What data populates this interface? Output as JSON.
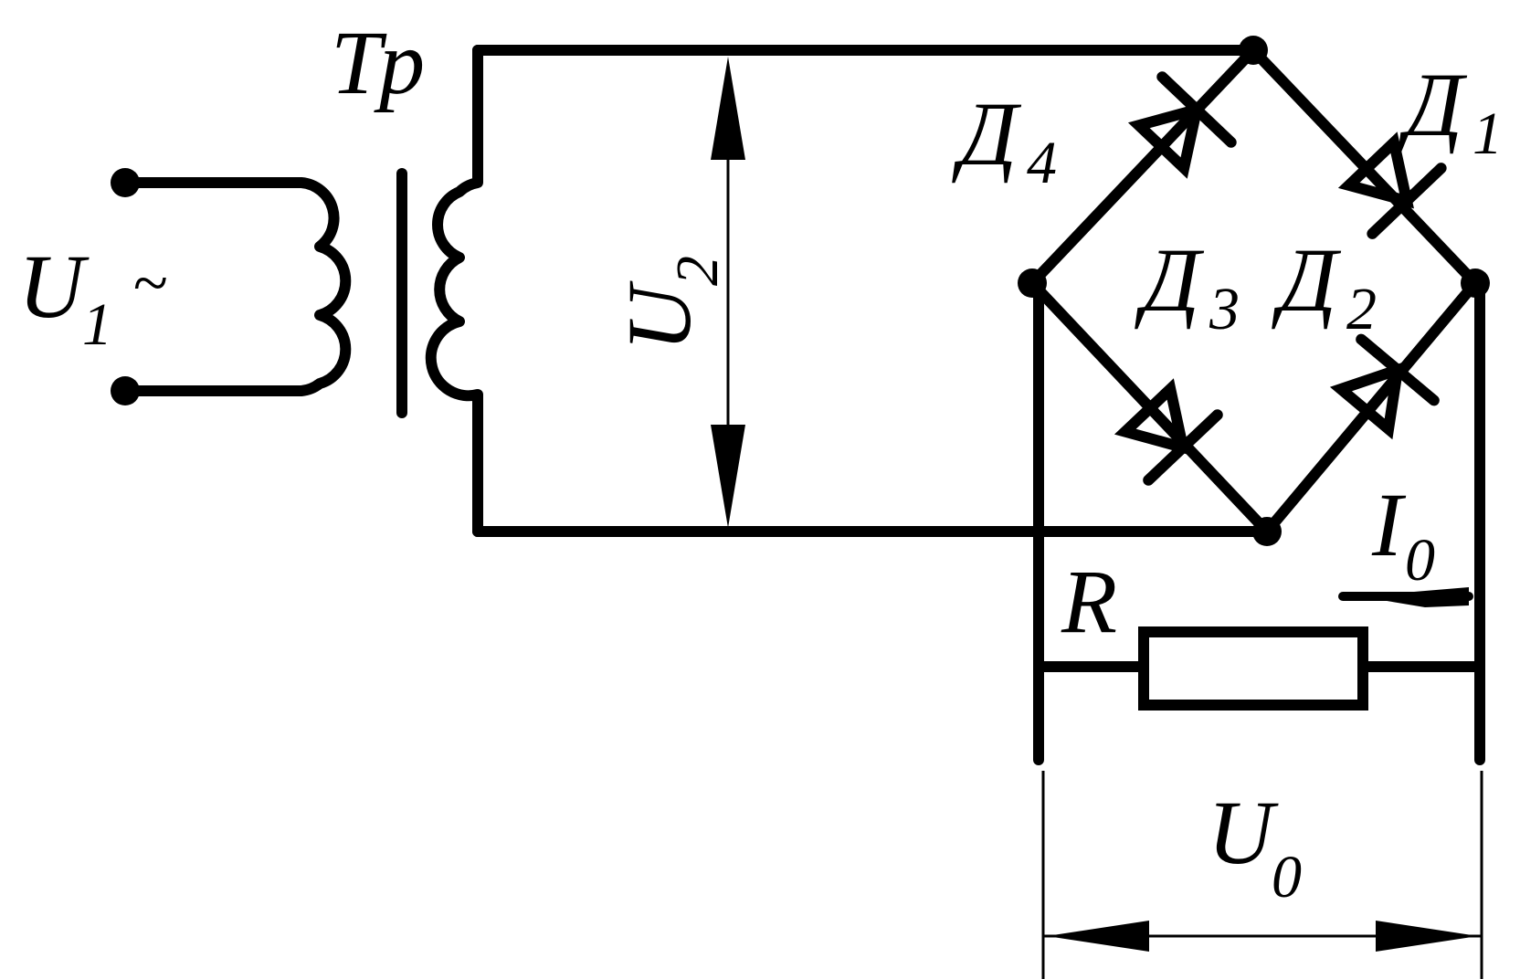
{
  "labels": {
    "transformer": "Тр",
    "input_voltage": "U",
    "input_voltage_sub": "1",
    "ac_symbol": "~",
    "secondary_voltage": "U",
    "secondary_voltage_sub": "2",
    "diode_1": "Д",
    "diode_1_sub": "1",
    "diode_2": "Д",
    "diode_2_sub": "2",
    "diode_3": "Д",
    "diode_3_sub": "3",
    "diode_4": "Д",
    "diode_4_sub": "4",
    "load_resistor": "R",
    "load_current": "I",
    "load_current_sub": "0",
    "output_voltage": "U",
    "output_voltage_sub": "0"
  }
}
